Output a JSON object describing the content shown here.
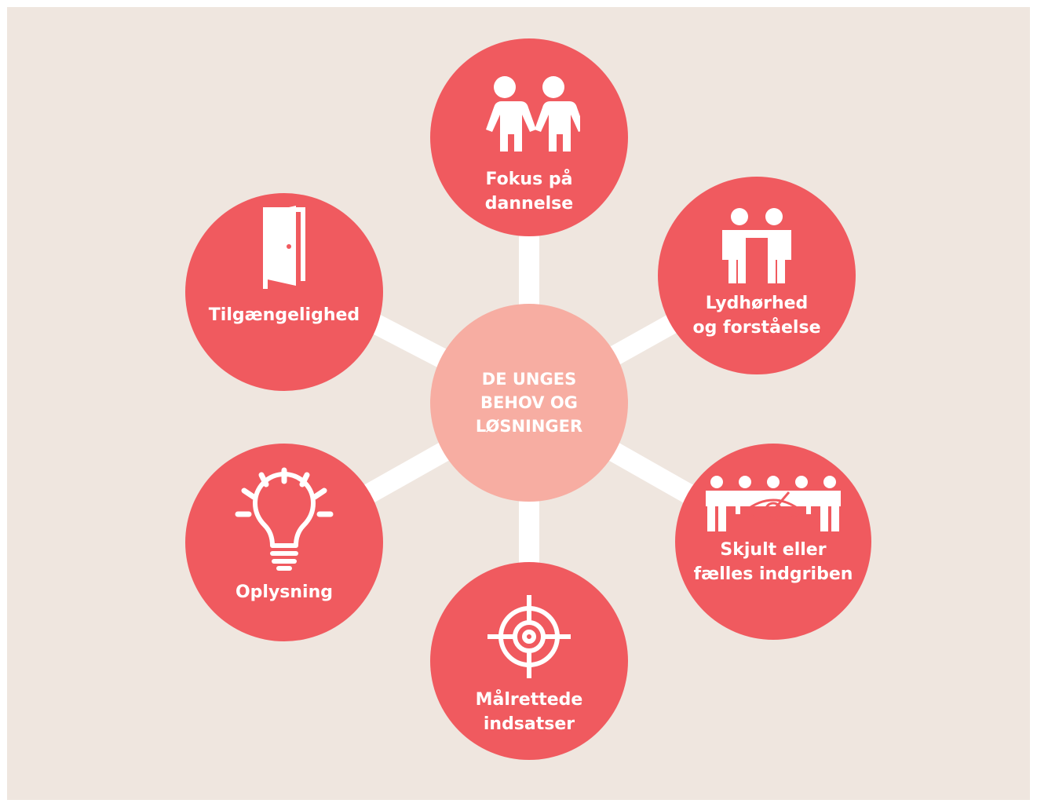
{
  "diagram": {
    "center": {
      "label": "DE UNGES\nBEHOV OG\nLØSNINGER"
    },
    "nodes": [
      {
        "label": "Fokus på\ndannelse",
        "icon": "two-children-icon"
      },
      {
        "label": "Lydhørhed\nog forståelse",
        "icon": "two-people-icon"
      },
      {
        "label": "Skjult eller\nfælles indgriben",
        "icon": "group-hidden-eye-icon"
      },
      {
        "label": "Målrettede\nindsatser",
        "icon": "crosshair-target-icon"
      },
      {
        "label": "Oplysning",
        "icon": "lightbulb-icon"
      },
      {
        "label": "Tilgængelighed",
        "icon": "open-door-icon"
      }
    ]
  },
  "colors": {
    "background": "#efe6df",
    "node": "#f05a5f",
    "center": "#f7ada2",
    "spoke": "#ffffff",
    "text": "#ffffff"
  }
}
